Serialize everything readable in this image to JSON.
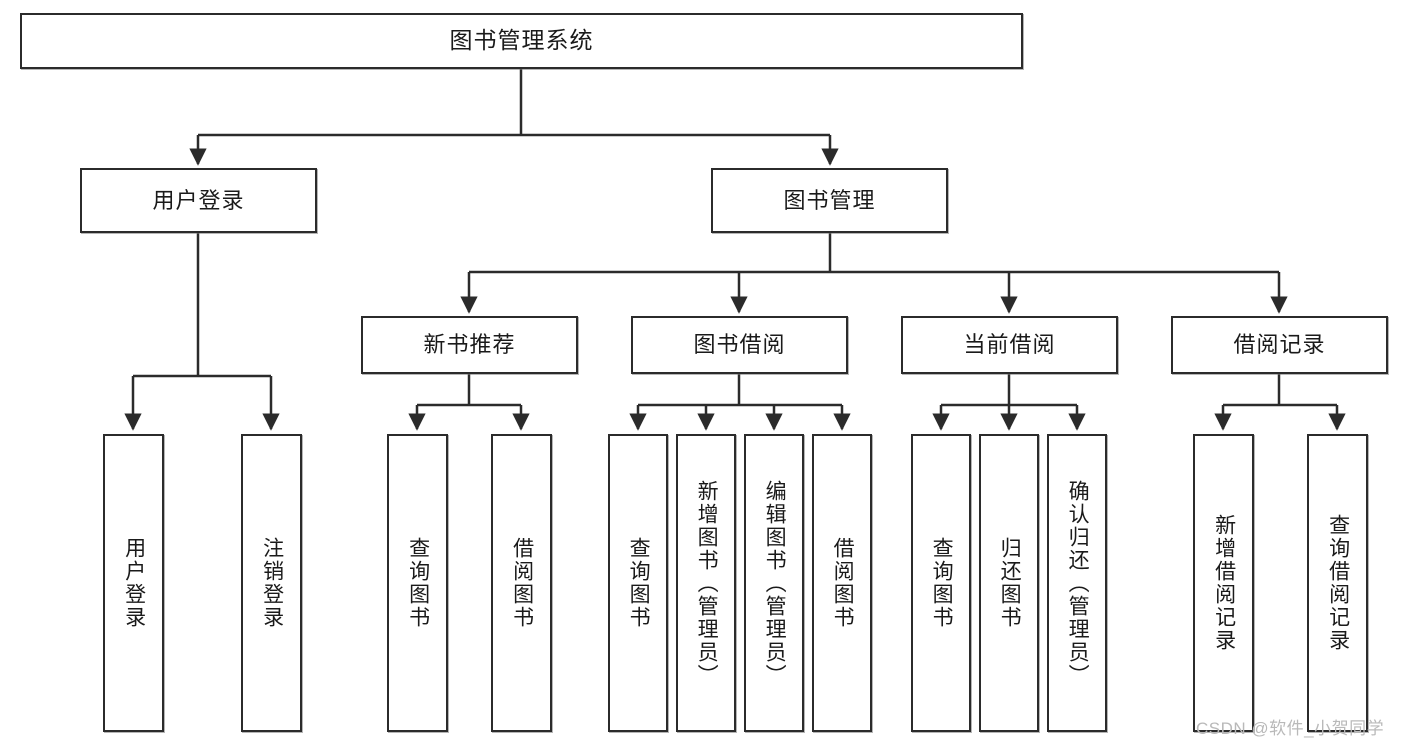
{
  "diagram": {
    "title": "图书管理系统",
    "watermark": "CSDN @软件_小贺同学",
    "colors": {
      "stroke": "#2b2b2b",
      "fill": "#ffffff",
      "text": "#1a1a1a",
      "watermark": "#b9b9b9"
    },
    "nodes": {
      "root": {
        "label": "图书管理系统"
      },
      "level2": [
        {
          "label": "用户登录"
        },
        {
          "label": "图书管理"
        }
      ],
      "level3": [
        {
          "label": "新书推荐"
        },
        {
          "label": "图书借阅"
        },
        {
          "label": "当前借阅"
        },
        {
          "label": "借阅记录"
        }
      ],
      "leaves_user_login": [
        {
          "label": "用户登录"
        },
        {
          "label": "注销登录"
        }
      ],
      "leaves_new_book": [
        {
          "label": "查询图书"
        },
        {
          "label": "借阅图书"
        }
      ],
      "leaves_borrow": [
        {
          "label": "查询图书"
        },
        {
          "label": "新增图书（管理员）"
        },
        {
          "label": "编辑图书（管理员）"
        },
        {
          "label": "借阅图书"
        }
      ],
      "leaves_current": [
        {
          "label": "查询图书"
        },
        {
          "label": "归还图书"
        },
        {
          "label": "确认归还（管理员）"
        }
      ],
      "leaves_records": [
        {
          "label": "新增借阅记录"
        },
        {
          "label": "查询借阅记录"
        }
      ]
    }
  }
}
